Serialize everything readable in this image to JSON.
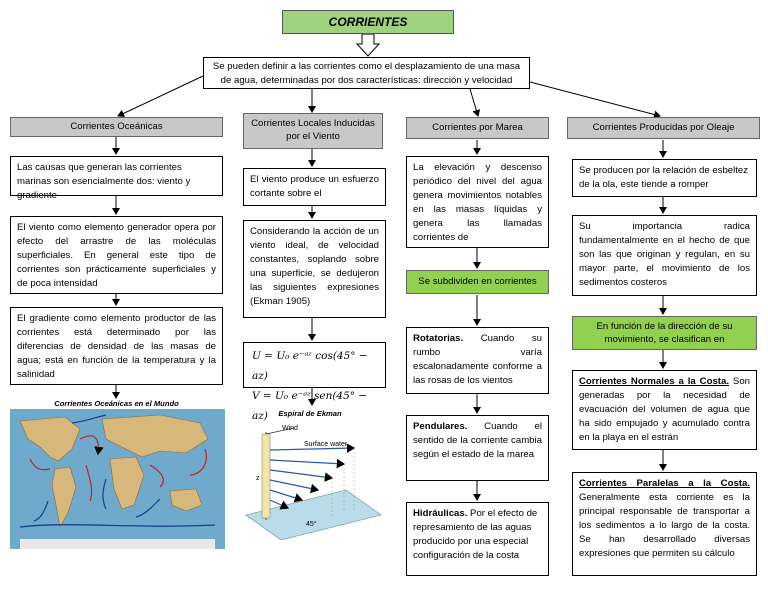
{
  "title": "CORRIENTES",
  "intro": "Se pueden definir a las corrientes como el desplazamiento de una masa de agua, determinadas por dos características: dirección y velocidad",
  "col1": {
    "header": "Corrientes Oceánicas",
    "b1": "Las causas que generan las corrientes marinas son esencialmente dos: viento y gradiente",
    "b2": "El viento como elemento generador opera por efecto del arrastre de las moléculas superficiales. En general este tipo de corrientes son prácticamente superficiales y de poca intensidad",
    "b3": "El gradiente como elemento productor de las corrientes está determinado por las diferencias de densidad de las masas de agua; está en función de la temperatura y la salinidad",
    "map_caption": "Corrientes Oceánicas en el Mundo"
  },
  "col2": {
    "header": "Corrientes Locales Inducidas por el Viento",
    "b1": "El viento produce un esfuerzo cortante sobre el",
    "b2": "Considerando la acción de un viento ideal, de velocidad constantes, soplando sobre una superficie, se dedujeron las siguientes expresiones (Ekman 1905)",
    "eq1": "U = U₀ e⁻ᵃᶻ cos(45° − az)",
    "eq2": "V = U₀ e⁻ᵃᶻ sen(45° − az)",
    "spiral_caption": "Espiral de Ekman",
    "spiral_wind": "Wind",
    "spiral_surface": "Surface water",
    "spiral_angle": "45°",
    "spiral_z": "z"
  },
  "col3": {
    "header": "Corrientes por Marea",
    "b1": "La elevación y descenso periódico del nivel del agua genera movimientos notables en las masas líquidas y genera las llamadas corrientes de",
    "sub": "Se subdividen en corrientes",
    "r1_bold": "Rotatorias.",
    "r1_text": " Cuando su rumbo varía escalonadamente conforme a las rosas de los vientos",
    "r2_bold": "Pendulares.",
    "r2_text": " Cuando el sentido de la corriente cambia según el estado de la marea",
    "r3_bold": "Hidráulicas.",
    "r3_text": " Por el efecto de represamiento de las aguas producido por una especial configuración de la costa"
  },
  "col4": {
    "header": "Corrientes Producidas por Oleaje",
    "b1": "Se producen por la relación de esbeltez de la ola, este tiende a romper",
    "b2": "Su importancia radica fundamentalmente en el hecho de que son las que originan y regulan, en su mayor parte, el movimiento de los sedimentos costeros",
    "sub": "En función de la dirección de su movimiento, se clasifican en",
    "n_bold": "Corrientes Normales a la Costa.",
    "n_text": " Son generadas por la necesidad de evacuación del volumen de agua que ha sido empujado y acumulado contra en la playa en el estrán",
    "p_bold": "Corrientes Paralelas a la Costa.",
    "p_text": " Generalmente esta corriente es la principal responsable de transportar a los sedimentos a lo largo de la costa. Se han desarrollado diversas expresiones que permiten su cálculo"
  },
  "colors": {
    "green_title": "#9fd27c",
    "green_box": "#92d050",
    "header_gray": "#c8c8c8",
    "ocean": "#6fa9cc",
    "land": "#d8b87a"
  }
}
